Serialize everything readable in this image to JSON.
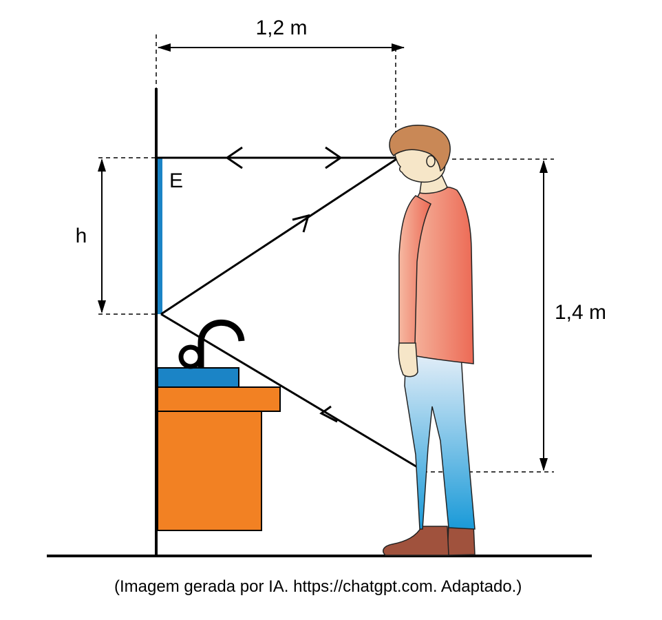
{
  "labels": {
    "top_distance": "1,2 m",
    "mirror": "E",
    "mirror_height": "h",
    "eye_height": "1,4 m"
  },
  "caption": "(Imagem gerada por IA. https://chatgpt.com. Adaptado.)",
  "colors": {
    "mirror": "#1b84c6",
    "sink": "#1b84c6",
    "counter": "#f28123",
    "shirt_light": "#f6b9a2",
    "shirt_dark": "#ec6a55",
    "jeans_light": "#dbe9f6",
    "jeans_dark": "#1a9ad8",
    "hair": "#c98856",
    "skin": "#f6e6c8",
    "shoes": "#a0523d"
  }
}
